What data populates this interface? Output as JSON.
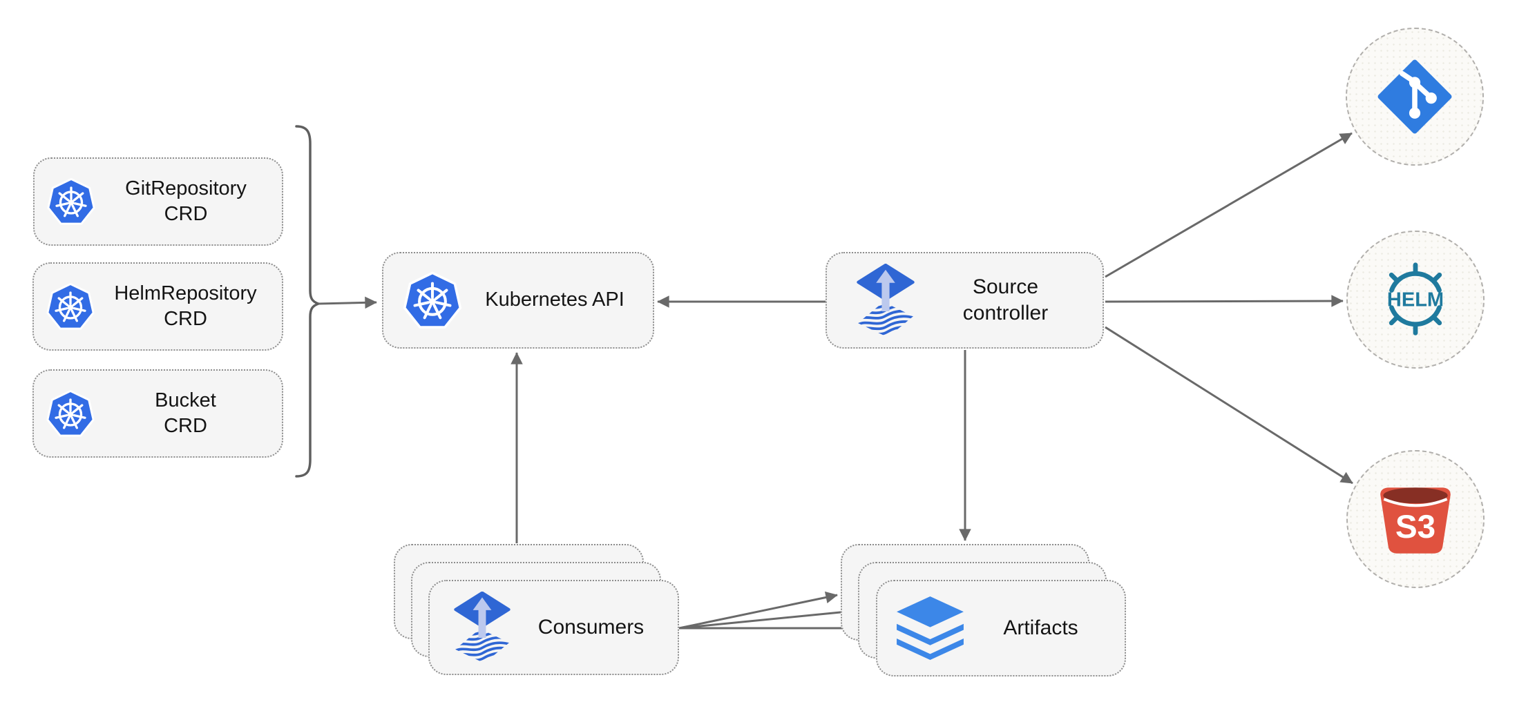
{
  "diagram": {
    "name": "flux-source-controller-architecture",
    "nodes": {
      "crds": [
        {
          "line1": "GitRepository",
          "line2": "CRD"
        },
        {
          "line1": "HelmRepository",
          "line2": "CRD"
        },
        {
          "line1": "Bucket",
          "line2": "CRD"
        }
      ],
      "kubernetes_api": {
        "label": "Kubernetes API"
      },
      "source_controller": {
        "line1": "Source",
        "line2": "controller"
      },
      "consumers": {
        "label": "Consumers"
      },
      "artifacts": {
        "label": "Artifacts"
      },
      "externals": {
        "git": {
          "icon": "git-icon"
        },
        "helm": {
          "icon": "helm-icon",
          "text": "HELM"
        },
        "s3": {
          "icon": "s3-bucket-icon",
          "text": "S3"
        }
      }
    },
    "icons": {
      "kubernetes": "kubernetes-wheel-icon",
      "flux": "flux-icon",
      "layers": "layers-icon"
    },
    "colors": {
      "kubernetes_blue": "#326CE5",
      "flux_blue": "#2f66d4",
      "flux_arrow_light": "#bcc9ee",
      "git_blue": "#2f7ce0",
      "helm_teal": "#1f7a9e",
      "s3_red": "#e0523f",
      "s3_dark": "#872f24",
      "layers_blue": "#3c87e8",
      "node_fill": "#f5f5f5",
      "line_gray": "#696969"
    }
  }
}
